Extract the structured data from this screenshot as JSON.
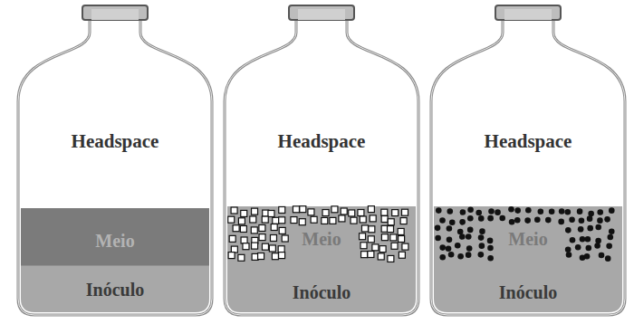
{
  "diagram": {
    "nodes": [
      {
        "text": [
          "Headspace"
        ]
      },
      {
        "text": [
          "Meio"
        ]
      },
      {
        "text": [
          "Inóculo"
        ]
      },
      {
        "text": [
          "Headspace"
        ]
      },
      {
        "text": [
          "Meio"
        ]
      },
      {
        "text": [
          "Inóculo"
        ]
      },
      {
        "text": [
          "Headspace"
        ]
      },
      {
        "text": [
          "Meio"
        ]
      },
      {
        "text": [
          "Inóculo"
        ]
      }
    ]
  }
}
